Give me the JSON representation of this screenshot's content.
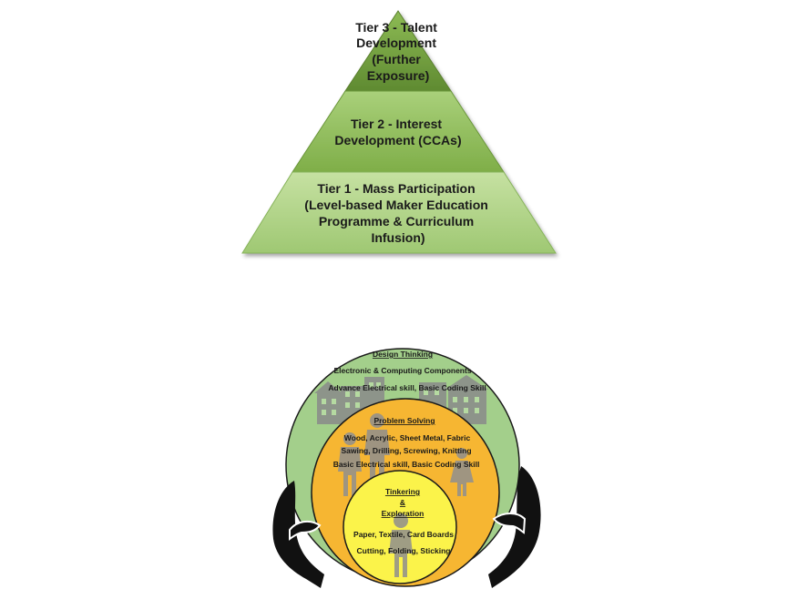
{
  "pyramid": {
    "tiers": [
      {
        "lines": [
          "Tier 3 - Talent",
          "Development",
          "(Further",
          "Exposure)"
        ]
      },
      {
        "lines": [
          "Tier 2 - Interest",
          "Development (CCAs)"
        ]
      },
      {
        "lines": [
          "Tier 1 - Mass Participation",
          "(Level-based Maker Education",
          "Programme & Curriculum",
          "Infusion)"
        ]
      }
    ],
    "colors": {
      "top": "#6e9a3c",
      "middle": "#8cba58",
      "bottom": "#b5d68c"
    }
  },
  "circles": {
    "outer": {
      "heading": "Design Thinking",
      "items": [
        "Electronic & Computing Components",
        "Advance Electrical skill, Basic Coding Skill"
      ],
      "color": "#a3cf8b"
    },
    "middle": {
      "heading": "Problem Solving",
      "items": [
        "Wood, Acrylic, Sheet Metal, Fabric",
        "Sawing, Drilling, Screwing, Knitting",
        "Basic Electrical skill, Basic Coding Skill"
      ],
      "color": "#f6b632"
    },
    "inner": {
      "heading_lines": [
        "Tinkering",
        "&",
        "Exploration"
      ],
      "items": [
        "Paper, Textile, Card Boards",
        "Cutting, Folding, Sticking"
      ],
      "color": "#fbf34a"
    },
    "icons": [
      "buildings-icon",
      "adult-figure-icon",
      "child-figure-icon",
      "hands-icon"
    ]
  }
}
